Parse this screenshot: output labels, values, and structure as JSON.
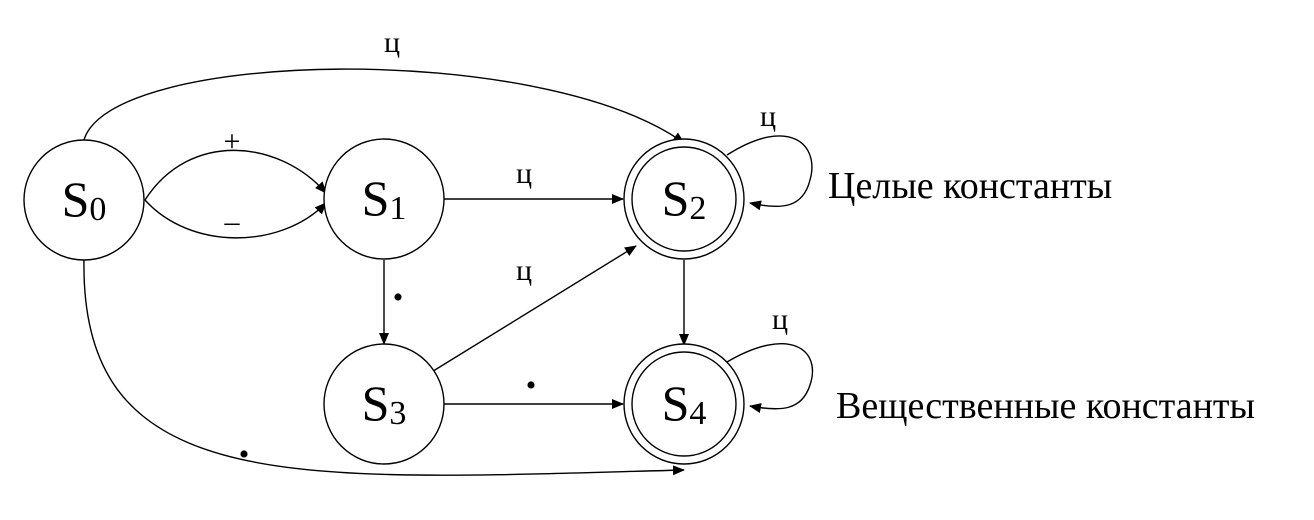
{
  "states": [
    {
      "id": "s0",
      "letter": "S",
      "sub": "0",
      "accepting": false
    },
    {
      "id": "s1",
      "letter": "S",
      "sub": "1",
      "accepting": false
    },
    {
      "id": "s2",
      "letter": "S",
      "sub": "2",
      "accepting": true
    },
    {
      "id": "s3",
      "letter": "S",
      "sub": "3",
      "accepting": false
    },
    {
      "id": "s4",
      "letter": "S",
      "sub": "4",
      "accepting": true
    }
  ],
  "edges": [
    {
      "from": "S0",
      "to": "S2",
      "label": "ц"
    },
    {
      "from": "S0",
      "to": "S1",
      "label": "+"
    },
    {
      "from": "S0",
      "to": "S1",
      "label": "–"
    },
    {
      "from": "S1",
      "to": "S2",
      "label": "ц"
    },
    {
      "from": "S1",
      "to": "S3",
      "label": "•"
    },
    {
      "from": "S3",
      "to": "S2",
      "label": "ц"
    },
    {
      "from": "S3",
      "to": "S4",
      "label": "•"
    },
    {
      "from": "S0",
      "to": "S4",
      "label": "•"
    },
    {
      "from": "S2",
      "to": "S4",
      "label": ""
    },
    {
      "from": "S2",
      "to": "S2",
      "label": "ц"
    },
    {
      "from": "S4",
      "to": "S4",
      "label": "ц"
    }
  ],
  "captions": {
    "s2": "Целые константы",
    "s4": "Вещественные константы"
  }
}
